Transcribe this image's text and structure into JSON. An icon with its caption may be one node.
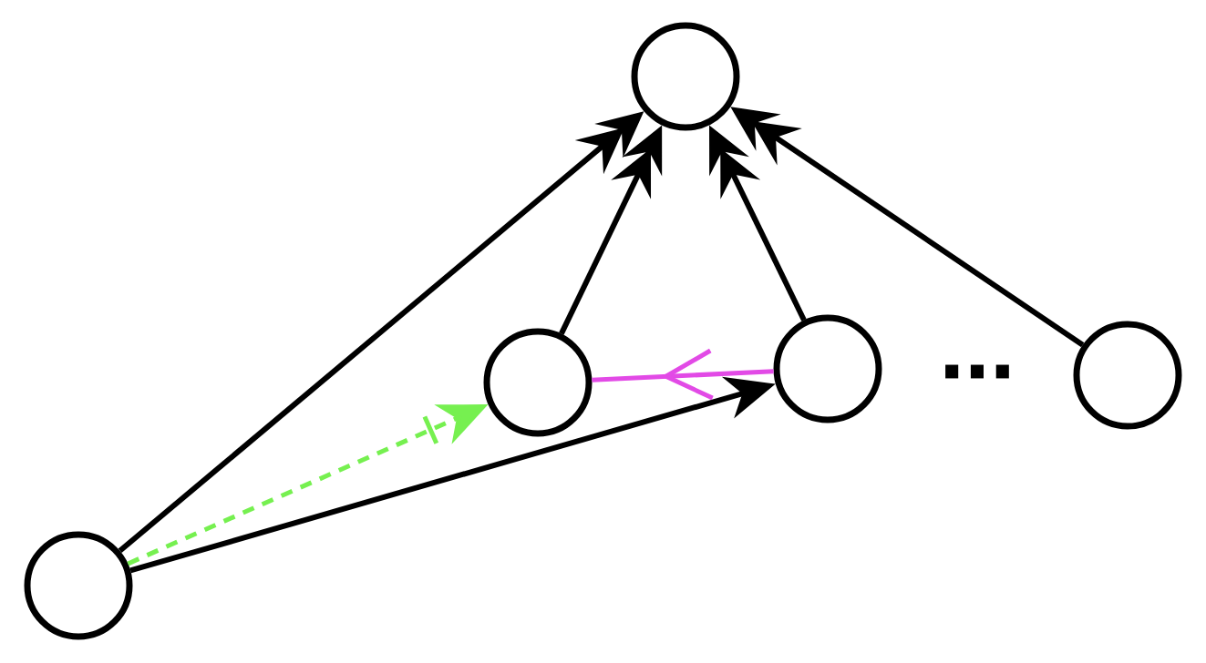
{
  "diagram": {
    "nodes": [
      {
        "text": [],
        "shape": "circle"
      },
      {
        "text": [],
        "shape": "circle"
      },
      {
        "text": [],
        "shape": "circle"
      },
      {
        "text": [],
        "shape": "circle"
      },
      {
        "text": [],
        "shape": "circle"
      }
    ],
    "edges": [
      {
        "from": 4,
        "to": 0,
        "arrow": "to"
      },
      {
        "from": 1,
        "to": 0,
        "arrow": "to"
      },
      {
        "from": 2,
        "to": 0,
        "arrow": "to"
      },
      {
        "from": 3,
        "to": 0,
        "arrow": "to"
      },
      {
        "from": 4,
        "to": 1,
        "arrow": "to",
        "style": "dashed",
        "color": "#76f050"
      },
      {
        "from": 4,
        "to": 2,
        "arrow": "to"
      },
      {
        "from": 2,
        "to": 1,
        "arrow": "to",
        "color": "#e24ae6"
      }
    ],
    "labels": [
      "..."
    ]
  }
}
